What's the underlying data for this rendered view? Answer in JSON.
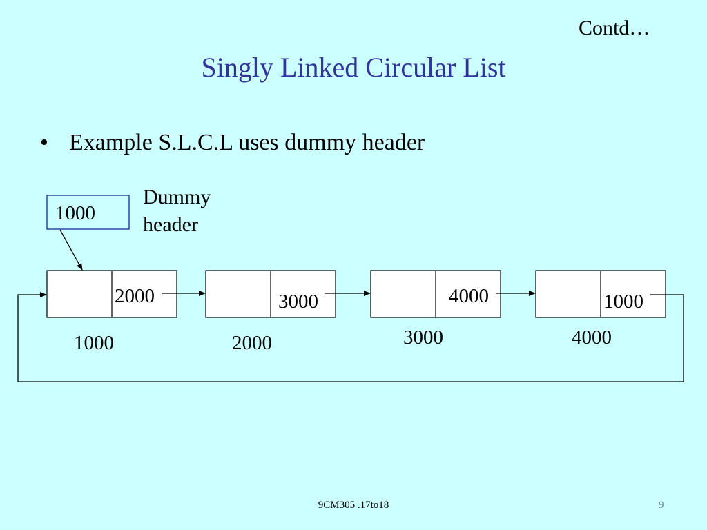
{
  "slide": {
    "contd": "Contd…",
    "title": "Singly Linked Circular List",
    "bullet": "Example S.L.C.L uses dummy header",
    "footer": "9CM305 .17to18",
    "page_number": "9"
  },
  "diagram": {
    "header_label_line1": "Dummy",
    "header_label_line2": "header",
    "header_pointer_value": "1000",
    "nodes": [
      {
        "link": "2000",
        "address": "1000"
      },
      {
        "link": "3000",
        "address": "2000"
      },
      {
        "link": "4000",
        "address": "3000"
      },
      {
        "link": "1000",
        "address": "4000"
      }
    ],
    "colors": {
      "header_border": "#3344aa",
      "title": "#333399",
      "background": "#ccffff"
    }
  }
}
